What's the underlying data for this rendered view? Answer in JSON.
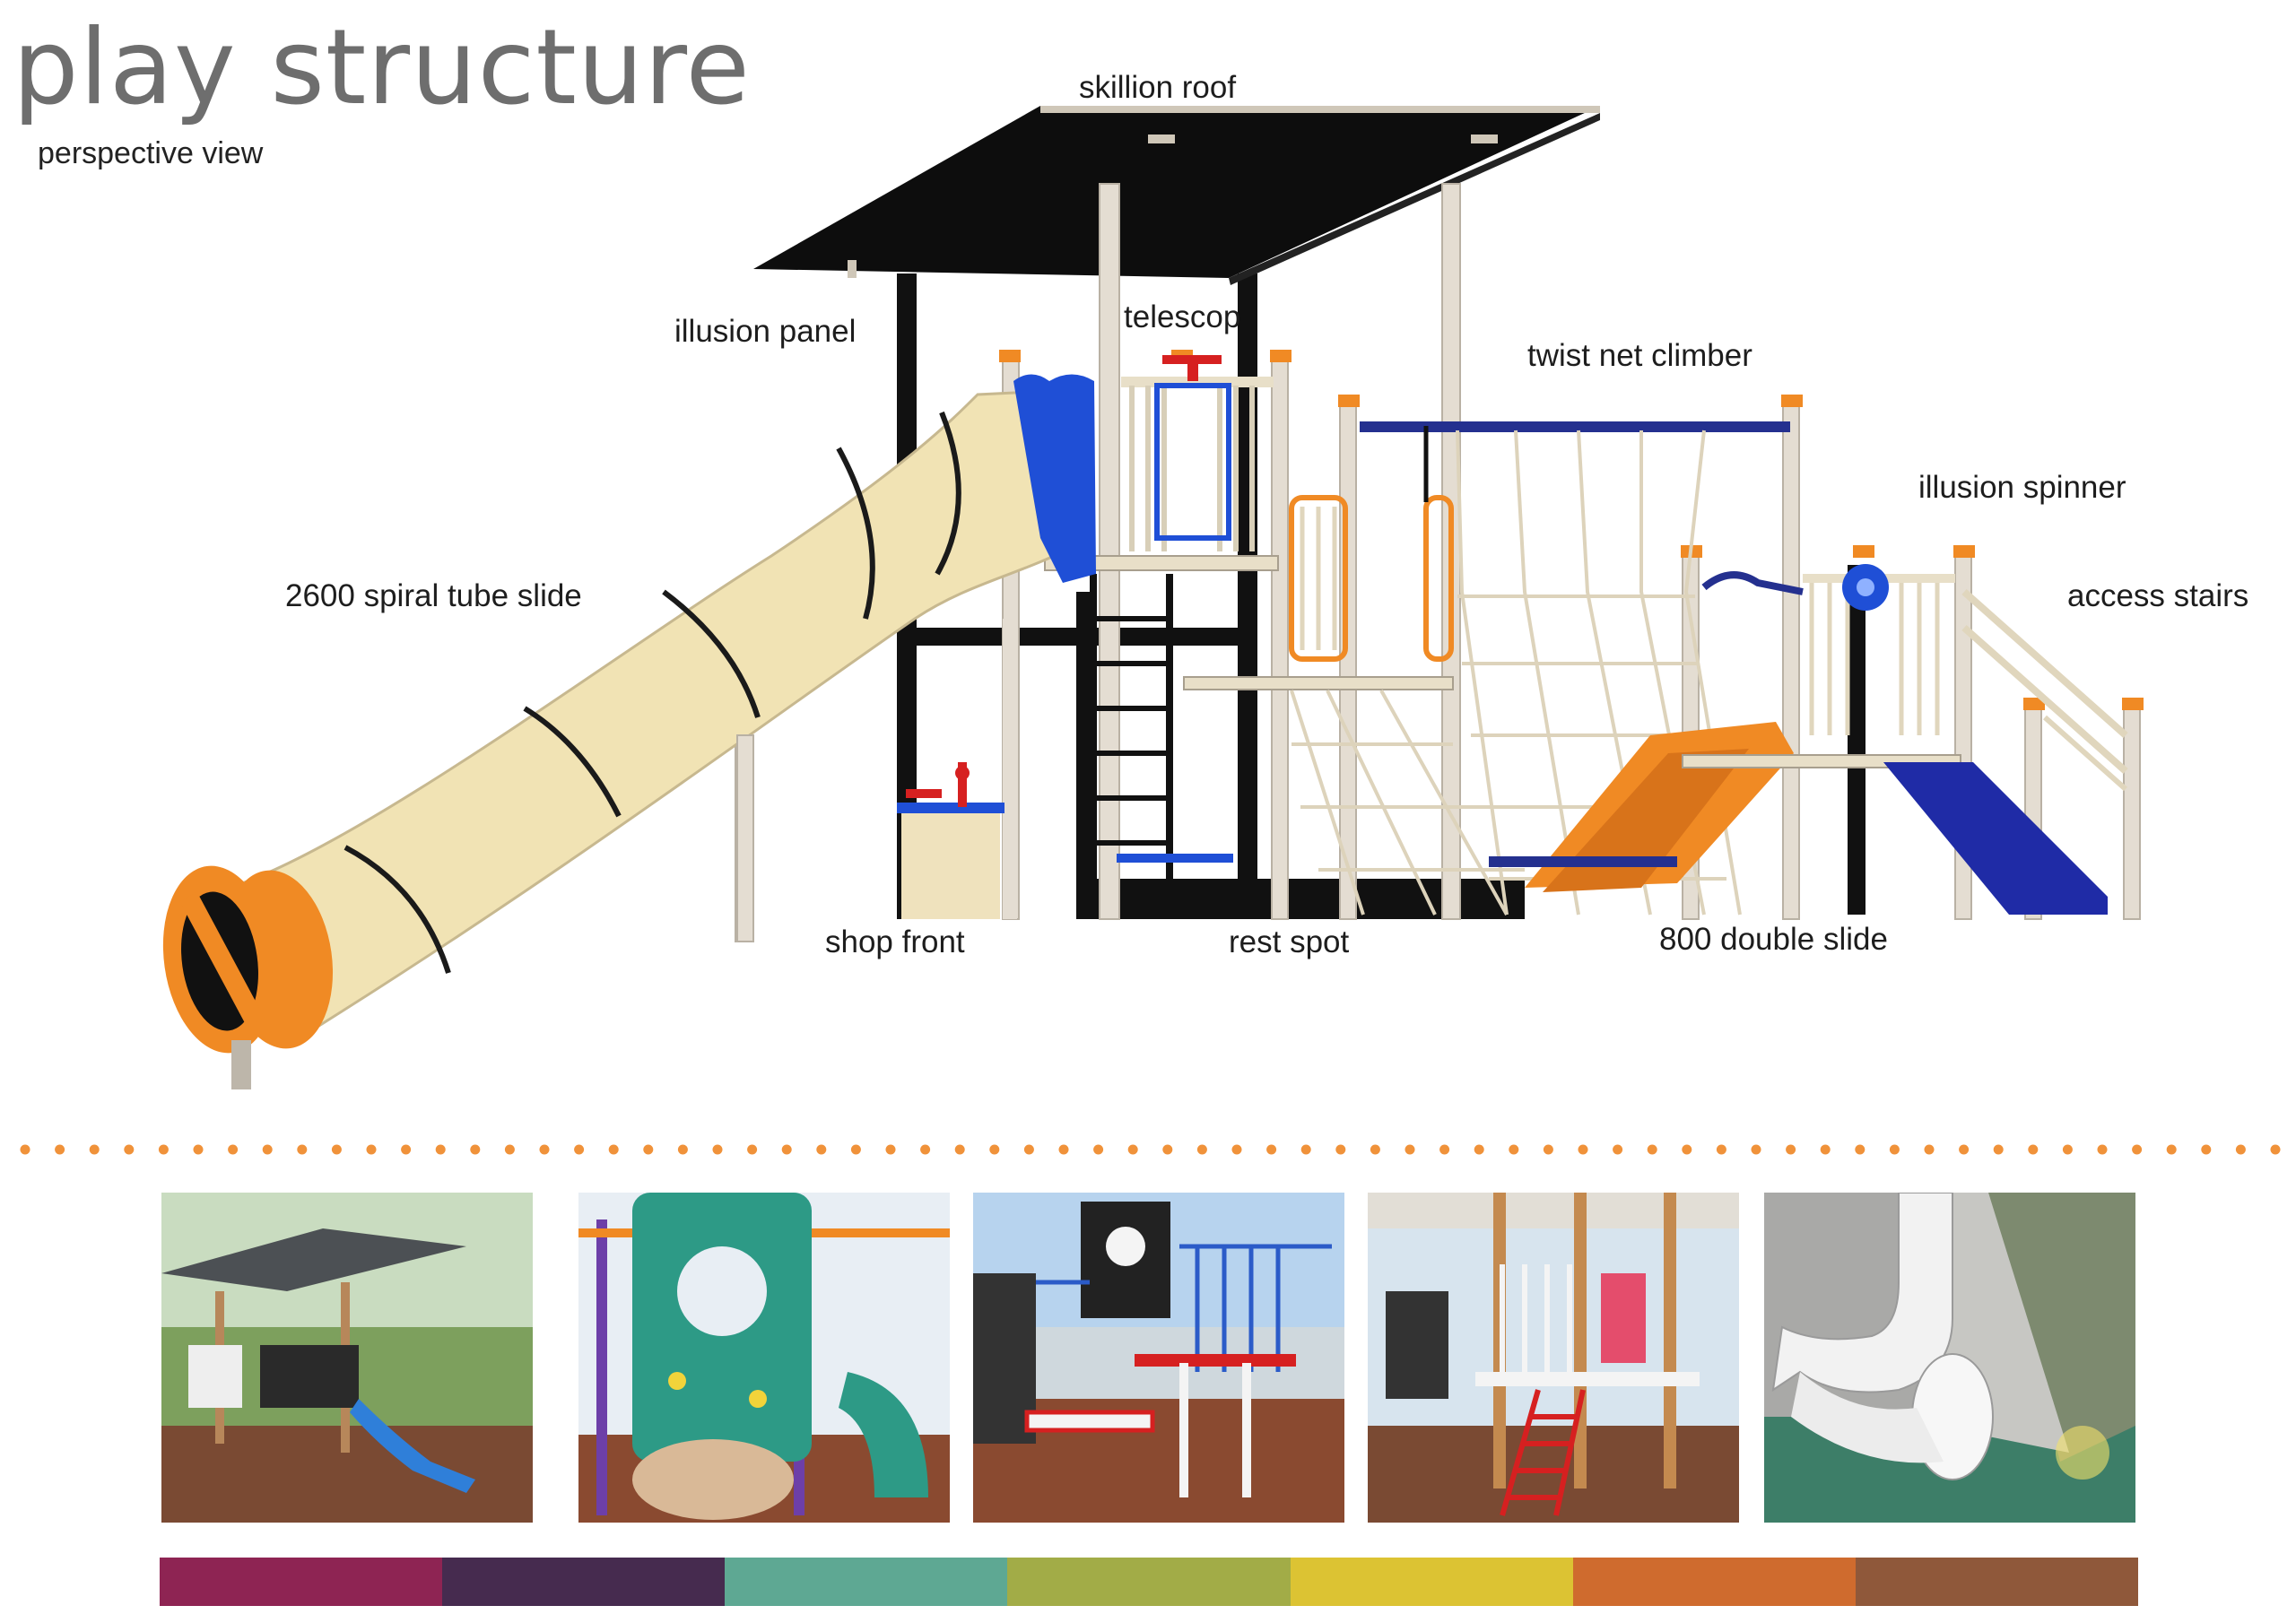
{
  "header": {
    "title": "play structure",
    "subtitle": "perspective view"
  },
  "labels": {
    "skillion_roof": "skillion roof",
    "illusion_panel": "illusion panel",
    "telescope": "telescop",
    "twist_net_climber": "twist net climber",
    "illusion_spinner": "illusion spinner",
    "access_stairs": "access stairs",
    "spiral_tube_slide": "2600 spiral tube slide",
    "shop_front": "shop front",
    "rest_spot": "rest spot",
    "double_slide": "800 double slide"
  },
  "colors": {
    "accent_orange": "#f08a24",
    "divider_dots": "#f0923a",
    "tube": "#f1e3b4",
    "roof": "#111111",
    "blue": "#1f4fd6",
    "post": "#e4ddd2"
  },
  "palette": [
    "#8e2453",
    "#462b4f",
    "#5ea893",
    "#a2ac47",
    "#dcc333",
    "#cf6b2e",
    "#8f583a"
  ],
  "photos": [
    {
      "subject": "timber-post-structure-with-blue-slide"
    },
    {
      "subject": "green-perforated-panel-purple-posts"
    },
    {
      "subject": "astronaut-panel-blue-railings"
    },
    {
      "subject": "timber-posts-red-ladder"
    },
    {
      "subject": "white-spiral-tube-slide"
    }
  ]
}
